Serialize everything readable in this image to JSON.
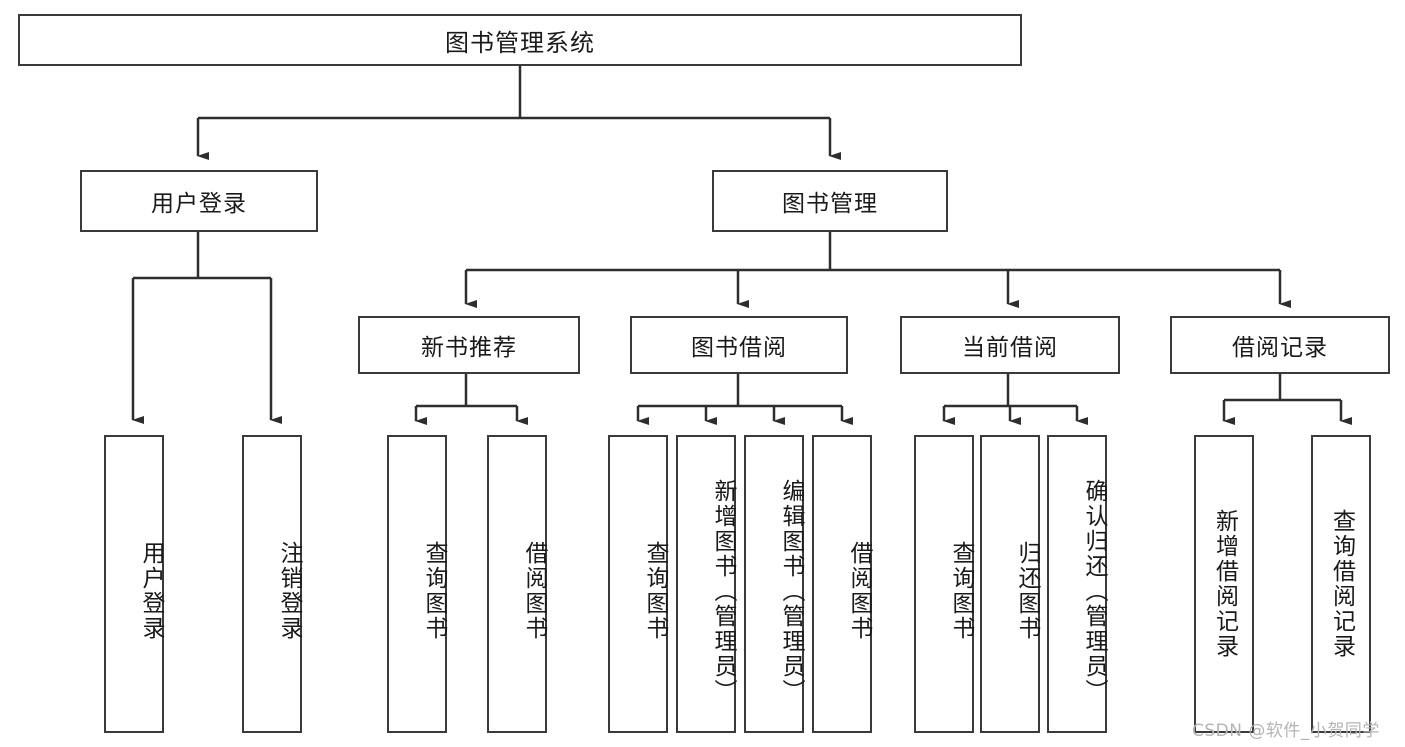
{
  "diagram": {
    "title": "图书管理系统",
    "type": "tree-hierarchy-chart",
    "root": {
      "label": "图书管理系统"
    },
    "level2": [
      {
        "label": "用户登录"
      },
      {
        "label": "图书管理"
      }
    ],
    "level3": [
      {
        "label": "新书推荐"
      },
      {
        "label": "图书借阅"
      },
      {
        "label": "当前借阅"
      },
      {
        "label": "借阅记录"
      }
    ],
    "leaves": {
      "user_login": [
        {
          "label": "用户登录"
        },
        {
          "label": "注销登录"
        }
      ],
      "new_book_recommend": [
        {
          "label": "查询图书"
        },
        {
          "label": "借阅图书"
        }
      ],
      "book_borrow": [
        {
          "label": "查询图书"
        },
        {
          "label": "新增图书（管理员）"
        },
        {
          "label": "编辑图书（管理员）"
        },
        {
          "label": "借阅图书"
        }
      ],
      "current_borrow": [
        {
          "label": "查询图书"
        },
        {
          "label": "归还图书"
        },
        {
          "label": "确认归还（管理员）"
        }
      ],
      "borrow_record": [
        {
          "label": "新增借阅记录"
        },
        {
          "label": "查询借阅记录"
        }
      ]
    }
  },
  "watermark": {
    "text": "CSDN @软件_小贺同学"
  },
  "colors": {
    "border": "#3a3a3a",
    "text": "#1a1a1a",
    "background": "#ffffff",
    "watermark": "#b4b4b4"
  }
}
